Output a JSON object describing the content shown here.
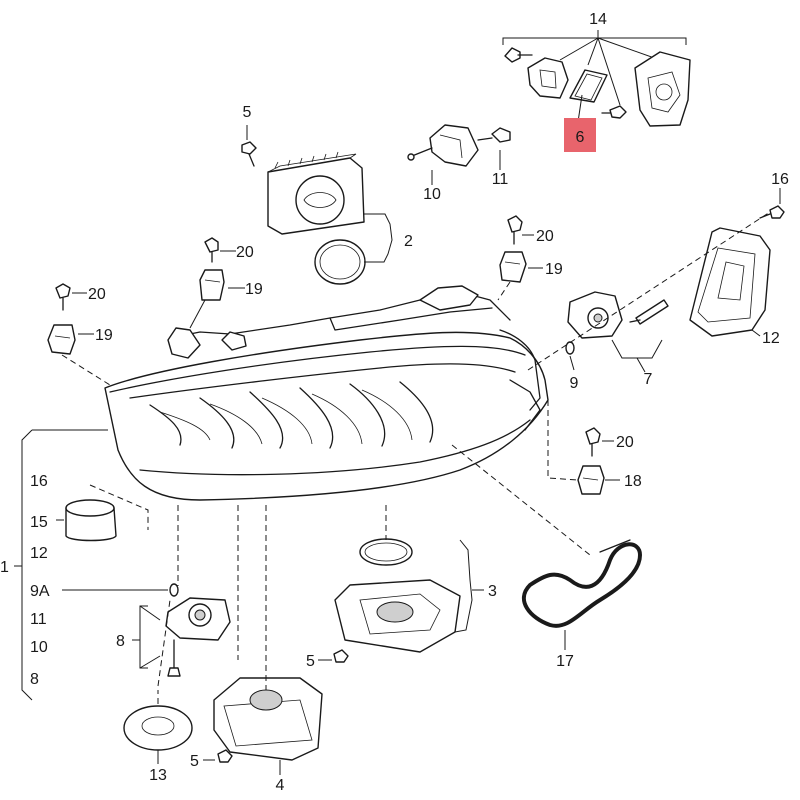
{
  "callouts": {
    "c1": "1",
    "c2": "2",
    "c3": "3",
    "c4": "4",
    "c5a": "5",
    "c5b": "5",
    "c5c": "5",
    "c6": "6",
    "c7": "7",
    "c8": "8",
    "c9": "9",
    "c9A": "9A",
    "c10": "10",
    "c11": "11",
    "c12": "12",
    "c13": "13",
    "c14": "14",
    "c15": "15",
    "c16": "16",
    "c17": "17",
    "c18": "18",
    "c19a": "19",
    "c19b": "19",
    "c19c": "19",
    "c20a": "20",
    "c20b": "20",
    "c20c": "20",
    "c20d": "20"
  },
  "bracket_list": [
    "16",
    "15",
    "12",
    "9A",
    "11",
    "10",
    "8"
  ],
  "highlight_color": "#e8646c"
}
